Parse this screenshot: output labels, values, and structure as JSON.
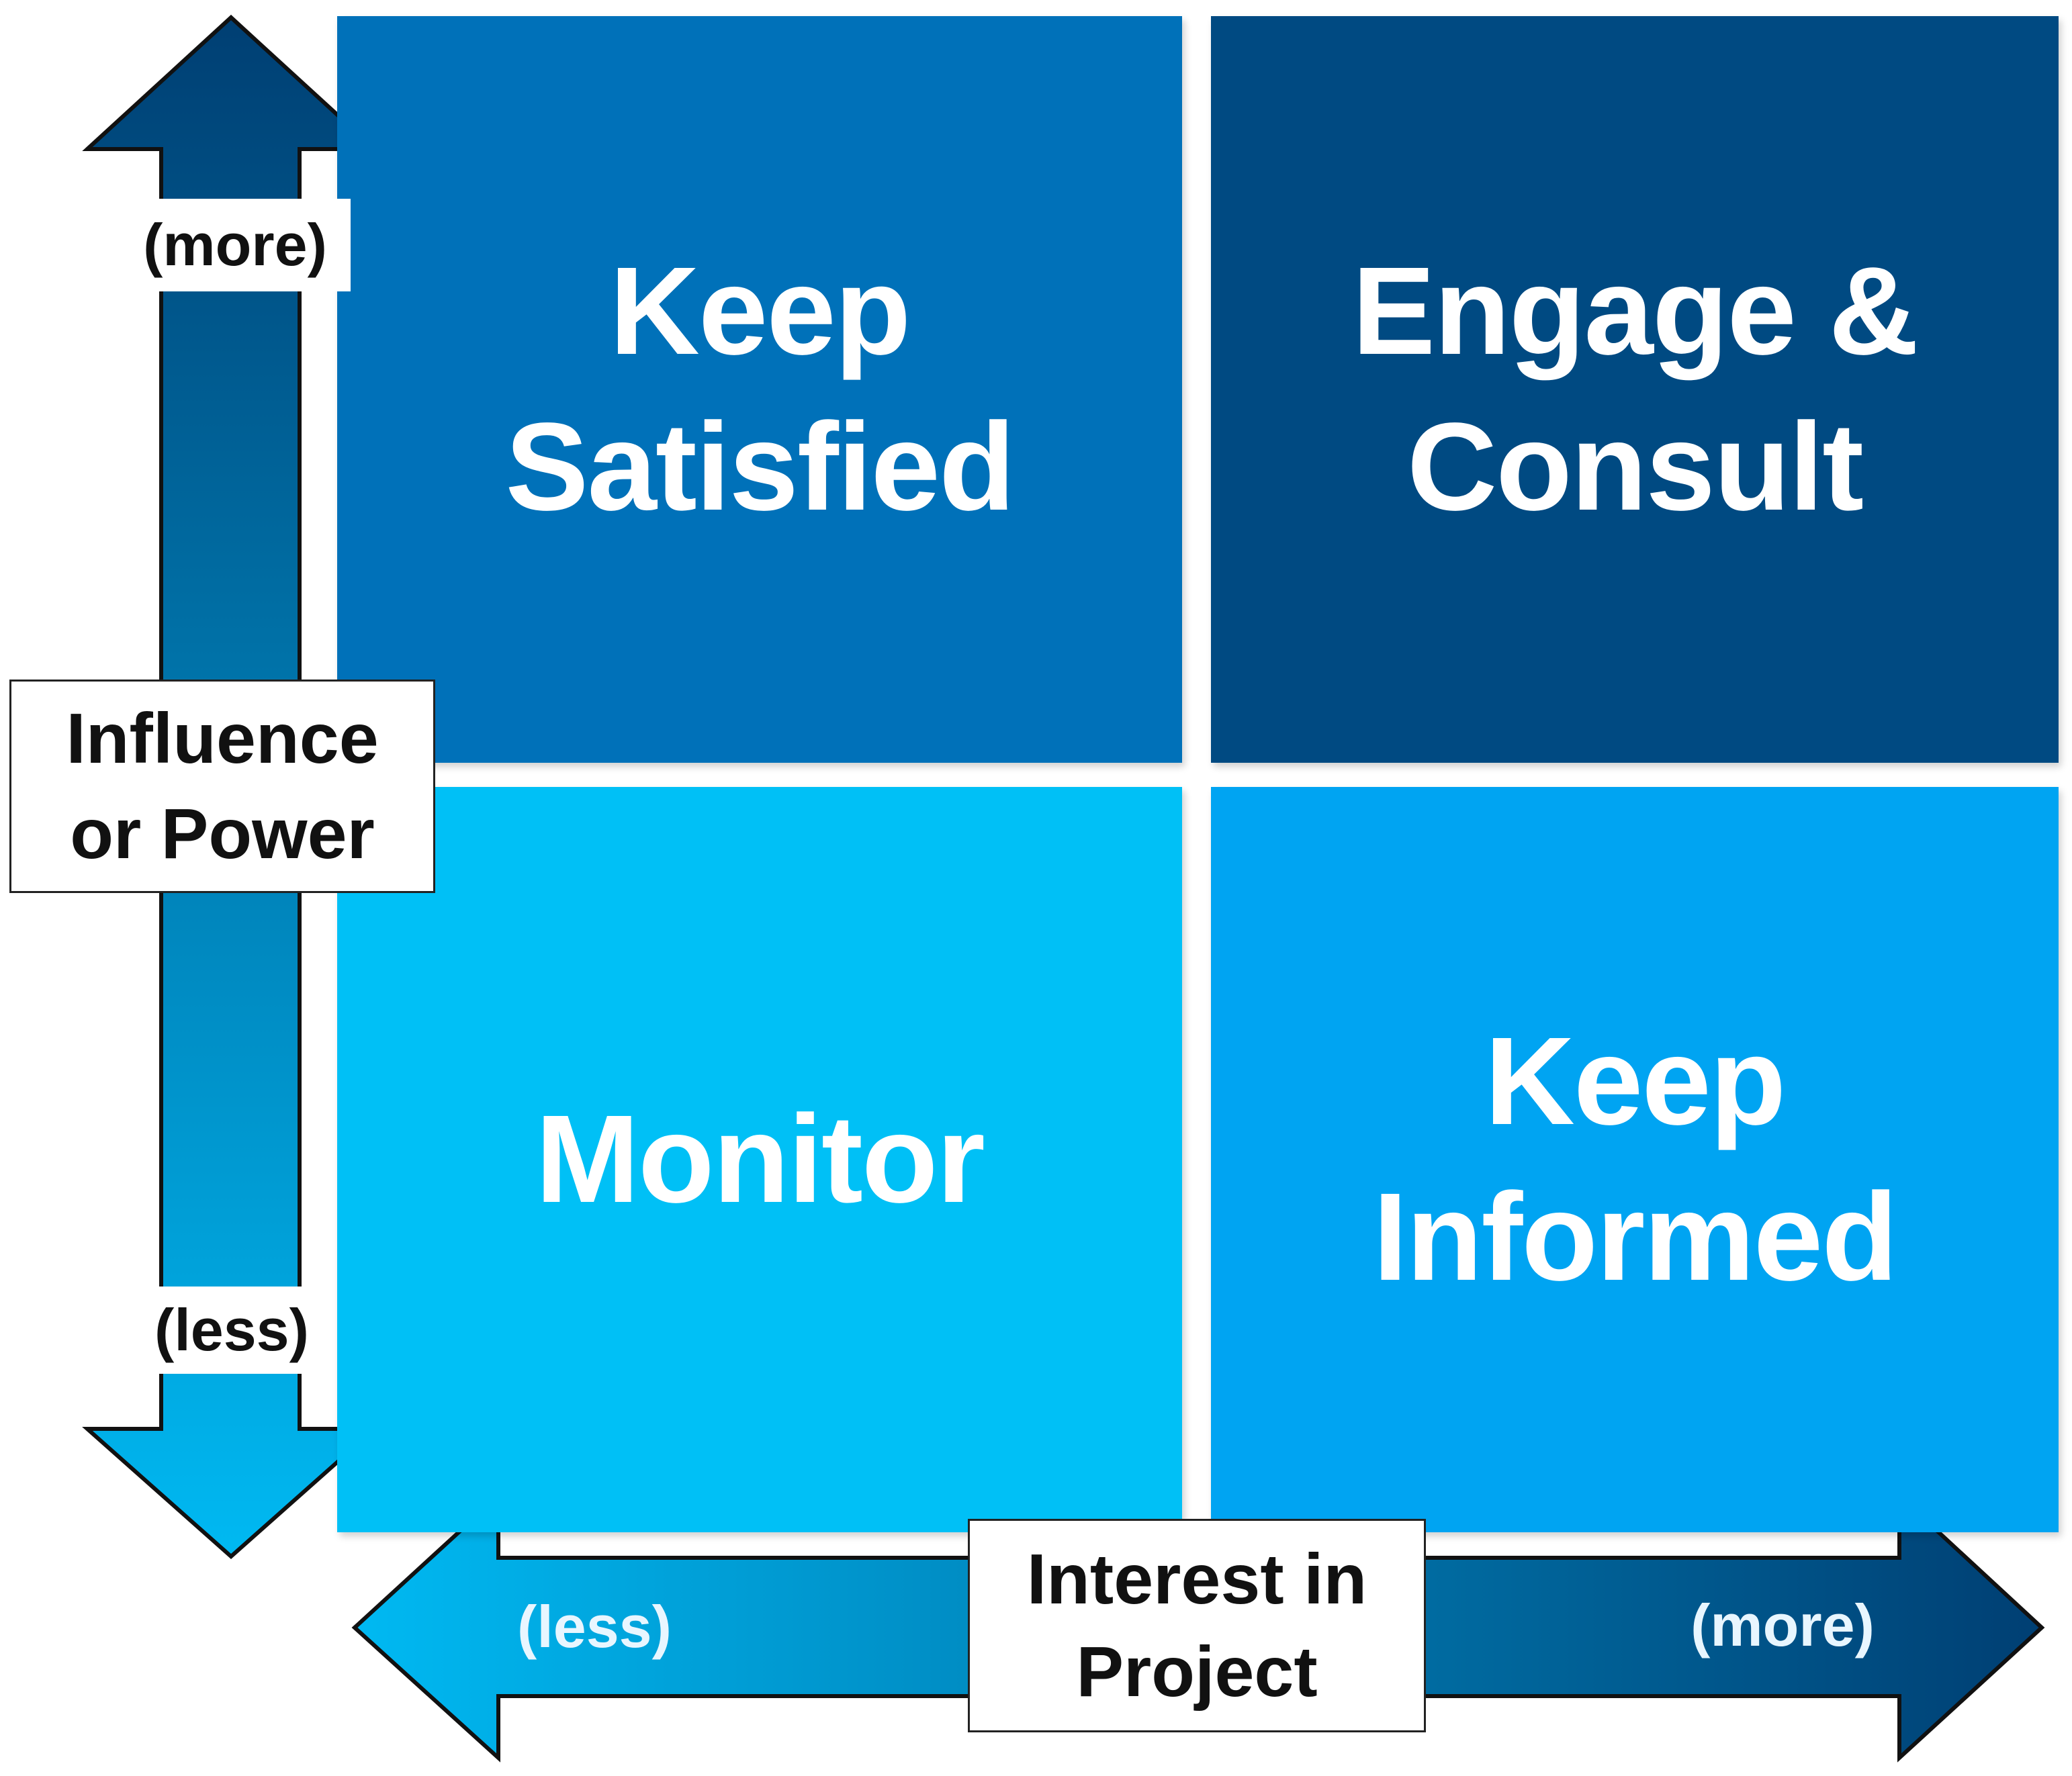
{
  "quadrants": {
    "top_left": {
      "line1": "Keep",
      "line2": "Satisfied",
      "color": "#0071b9"
    },
    "top_right": {
      "line1": "Engage &",
      "line2": "Consult",
      "color": "#004a82"
    },
    "bottom_left": {
      "line1": "Monitor",
      "color": "#00c0f6"
    },
    "bottom_right": {
      "line1": "Keep",
      "line2": "Informed",
      "color": "#00a4f2"
    }
  },
  "y_axis": {
    "label_line1": "Influence",
    "label_line2": "or Power",
    "high": "(more)",
    "low": "(less)"
  },
  "x_axis": {
    "label_line1": "Interest in",
    "label_line2": "Project",
    "low": "(less)",
    "high": "(more)"
  },
  "colors": {
    "arrow_dark": "#003f73",
    "arrow_light": "#00b9f2",
    "arrow_outline": "#111111"
  }
}
